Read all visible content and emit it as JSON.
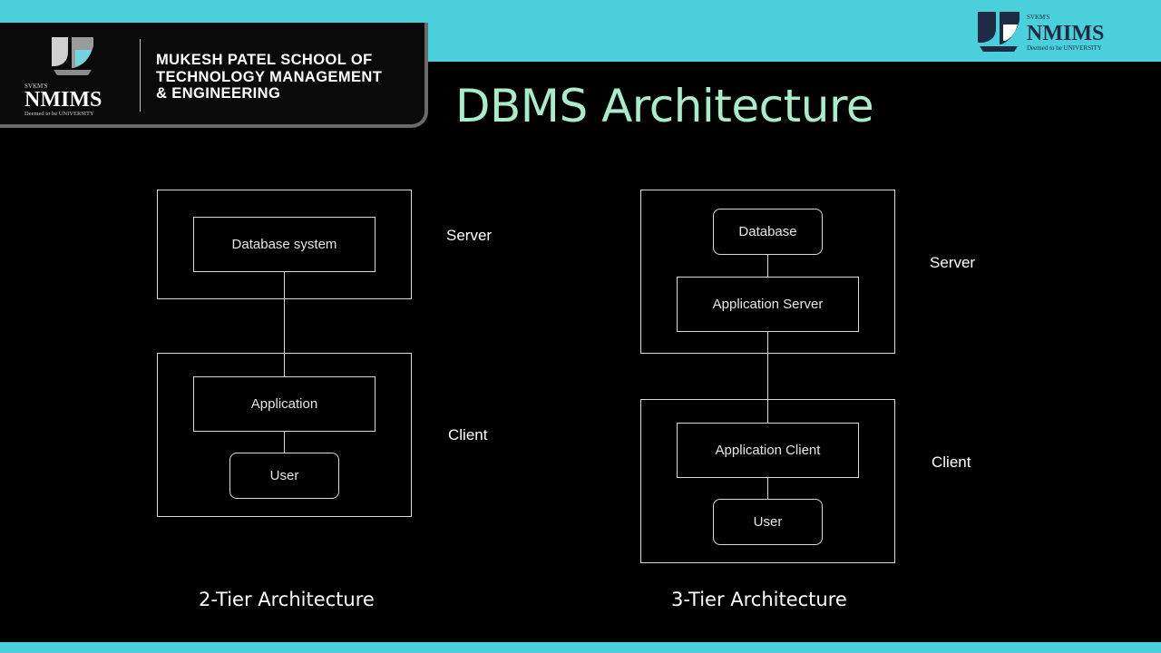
{
  "header": {
    "school_name": "MUKESH PATEL SCHOOL OF\nTECHNOLOGY MANAGEMENT\n& ENGINEERING",
    "logo_left": {
      "prefix": "SVKM'S",
      "name": "NMIMS",
      "tagline": "Deemed to be UNIVERSITY"
    },
    "logo_right": {
      "prefix": "SVKM'S",
      "name": "NMIMS",
      "tagline": "Deemed to be UNIVERSITY"
    }
  },
  "slide": {
    "title": "DBMS Architecture"
  },
  "two_tier": {
    "caption": "2-Tier Architecture",
    "server_label": "Server",
    "client_label": "Client",
    "nodes": {
      "database_system": "Database system",
      "application": "Application",
      "user": "User"
    }
  },
  "three_tier": {
    "caption": "3-Tier Architecture",
    "server_label": "Server",
    "client_label": "Client",
    "nodes": {
      "database": "Database",
      "application_server": "Application Server",
      "application_client": "Application Client",
      "user": "User"
    }
  },
  "colors": {
    "accent_bar": "#4ad0da",
    "title": "#a8ecc9",
    "background": "#000000",
    "lines": "#d9d9d9"
  }
}
